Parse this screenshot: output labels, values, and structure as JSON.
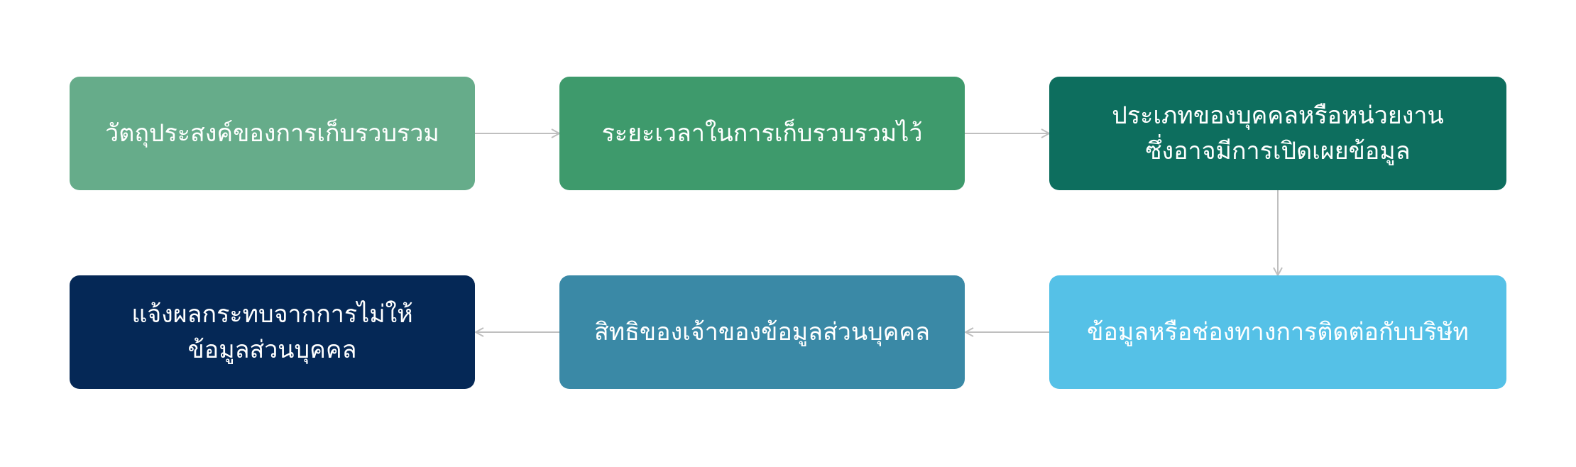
{
  "steps": [
    {
      "id": "purpose",
      "lines": [
        "วัตถุประสงค์ของการเก็บรวบรวม"
      ],
      "color": "#66AC8A"
    },
    {
      "id": "retention",
      "lines": [
        "ระยะเวลาในการเก็บรวบรวมไว้"
      ],
      "color": "#3E9A6C"
    },
    {
      "id": "disclosure",
      "lines": [
        "ประเภทของบุคคลหรือหน่วยงาน",
        "ซึ่งอาจมีการเปิดเผยข้อมูล"
      ],
      "color": "#0D6E5E"
    },
    {
      "id": "contact",
      "lines": [
        "ข้อมูลหรือช่องทางการติดต่อกับบริษัท"
      ],
      "color": "#55C1E7"
    },
    {
      "id": "rights",
      "lines": [
        "สิทธิของเจ้าของข้อมูลส่วนบุคคล"
      ],
      "color": "#3A89A6"
    },
    {
      "id": "impact",
      "lines": [
        "แจ้งผลกระทบจากการไม่ให้",
        "ข้อมูลส่วนบุคคล"
      ],
      "color": "#052856"
    }
  ],
  "connector_color": "#BFBFBF"
}
